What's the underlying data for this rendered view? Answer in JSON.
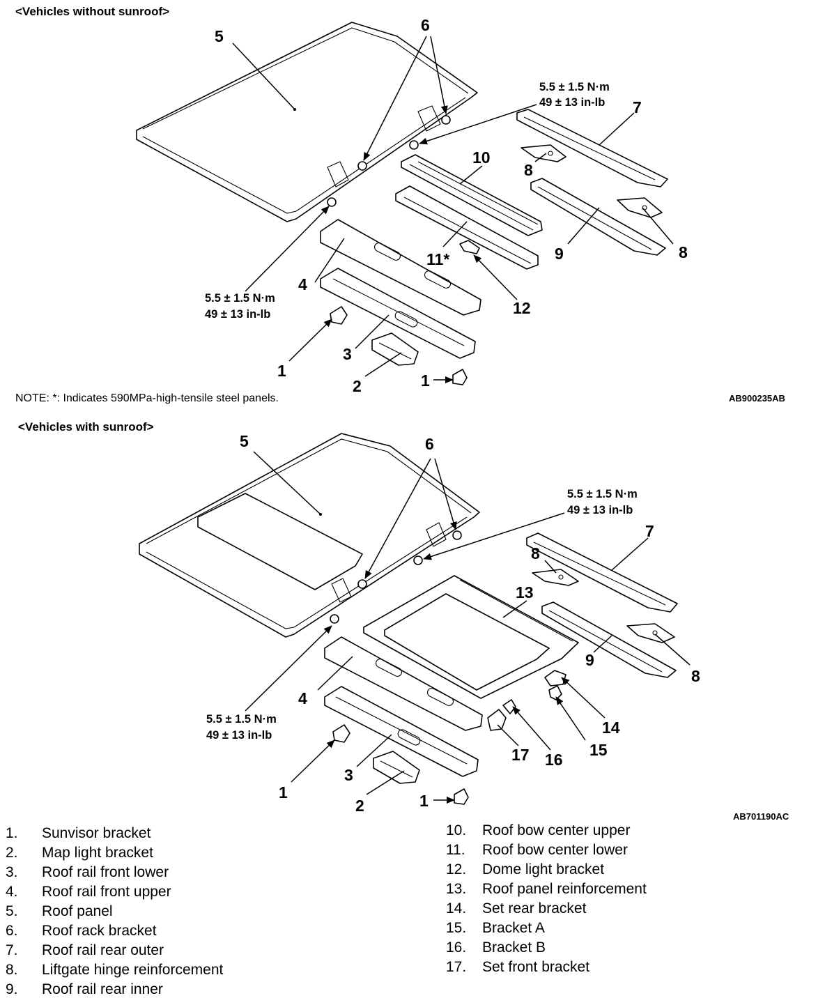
{
  "diagram_top": {
    "heading": "<Vehicles without sunroof>",
    "note": "NOTE: *: Indicates 590MPa-high-tensile steel panels.",
    "figure_code": "AB900235AB",
    "torque_upper": {
      "line1": "5.5 ± 1.5 N·m",
      "line2": "49 ± 13 in-lb"
    },
    "torque_lower": {
      "line1": "5.5 ± 1.5 N·m",
      "line2": "49 ± 13 in-lb"
    },
    "callouts": [
      "5",
      "6",
      "7",
      "8",
      "10",
      "8",
      "9",
      "11*",
      "12",
      "4",
      "3",
      "1",
      "2",
      "1"
    ]
  },
  "diagram_bottom": {
    "heading": "<Vehicles with sunroof>",
    "figure_code": "AB701190AC",
    "torque_upper": {
      "line1": "5.5 ± 1.5 N·m",
      "line2": "49 ± 13 in-lb"
    },
    "torque_lower": {
      "line1": "5.5 ± 1.5 N·m",
      "line2": "49 ± 13 in-lb"
    },
    "callouts": [
      "5",
      "6",
      "7",
      "8",
      "13",
      "9",
      "8",
      "4",
      "14",
      "15",
      "17",
      "16",
      "3",
      "1",
      "2",
      "1"
    ]
  },
  "legend": {
    "left": [
      {
        "num": "1.",
        "label": "Sunvisor bracket"
      },
      {
        "num": "2.",
        "label": "Map light bracket"
      },
      {
        "num": "3.",
        "label": "Roof rail front lower"
      },
      {
        "num": "4.",
        "label": "Roof rail front upper"
      },
      {
        "num": "5.",
        "label": "Roof panel"
      },
      {
        "num": "6.",
        "label": "Roof rack bracket"
      },
      {
        "num": "7.",
        "label": "Roof rail rear outer"
      },
      {
        "num": "8.",
        "label": "Liftgate hinge reinforcement"
      },
      {
        "num": "9.",
        "label": "Roof rail rear inner"
      }
    ],
    "right": [
      {
        "num": "10.",
        "label": "Roof bow center upper"
      },
      {
        "num": "11.",
        "label": "Roof bow center lower"
      },
      {
        "num": "12.",
        "label": "Dome light bracket"
      },
      {
        "num": "13.",
        "label": "Roof panel reinforcement"
      },
      {
        "num": "14.",
        "label": "Set rear bracket"
      },
      {
        "num": "15.",
        "label": "Bracket A"
      },
      {
        "num": "16.",
        "label": "Bracket B"
      },
      {
        "num": "17.",
        "label": "Set front bracket"
      }
    ]
  }
}
